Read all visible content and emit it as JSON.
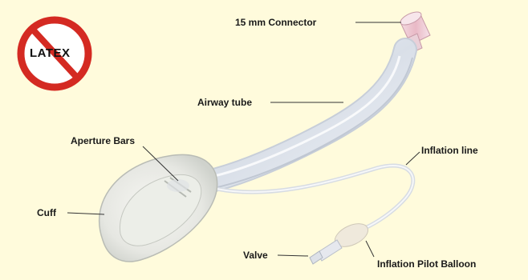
{
  "badge": {
    "text": "LATEX",
    "ring_color": "#d42a22",
    "icon": "no-symbol-icon"
  },
  "labels": {
    "connector": "15 mm Connector",
    "airway_tube": "Airway tube",
    "aperture_bars": "Aperture Bars",
    "inflation_line": "Inflation line",
    "cuff": "Cuff",
    "valve": "Valve",
    "pilot_balloon": "Inflation Pilot Balloon"
  },
  "colors": {
    "background": "#fffbdc",
    "device": "#e9edf3",
    "leader_line": "#333333"
  }
}
